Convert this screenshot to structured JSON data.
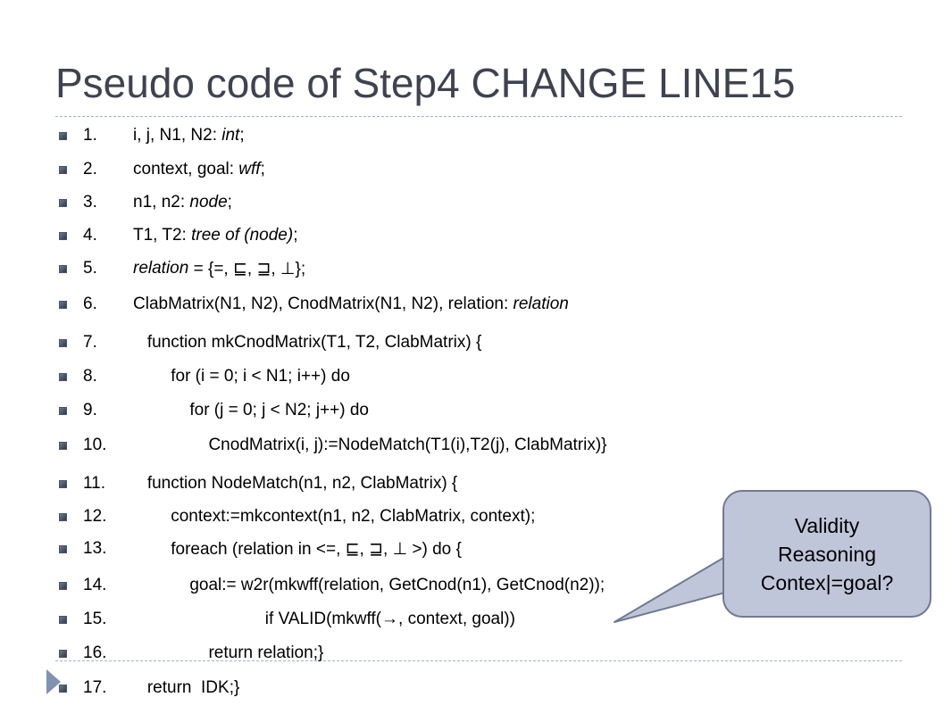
{
  "slide": {
    "title": "Pseudo code of Step4 CHANGE LINE15",
    "lines": [
      {
        "num": "1.",
        "code": "i, j, N1, N2: ",
        "italic": "int",
        "tail": ";"
      },
      {
        "num": "2.",
        "code": "context, goal: ",
        "italic": "wff",
        "tail": ";"
      },
      {
        "num": "3.",
        "code": "n1, n2: ",
        "italic": "node",
        "tail": ";"
      },
      {
        "num": "4.",
        "code": "T1, T2: ",
        "italic": "tree of (node)",
        "tail": ";"
      },
      {
        "num": "5.",
        "code": "",
        "italic": "relation",
        "tail": " = {=, ⊑, ⊒, ⊥};"
      },
      {
        "num": "6.",
        "code": "ClabMatrix(N1, N2), CnodMatrix(N1, N2), relation: ",
        "italic": "relation",
        "tail": ""
      },
      {
        "num": "7.",
        "code": "   function mkCnodMatrix(T1, T2, ClabMatrix) {",
        "italic": "",
        "tail": ""
      },
      {
        "num": "8.",
        "code": "        for (i = 0; i < N1; i++) do",
        "italic": "",
        "tail": ""
      },
      {
        "num": "9.",
        "code": "            for (j = 0; j < N2; j++) do",
        "italic": "",
        "tail": ""
      },
      {
        "num": "10.",
        "code": "                CnodMatrix(i, j):=NodeMatch(T1(i),T2(j), ClabMatrix)}",
        "italic": "",
        "tail": ""
      },
      {
        "num": "11.",
        "code": "   function NodeMatch(n1, n2, ClabMatrix) {",
        "italic": "",
        "tail": ""
      },
      {
        "num": "12.",
        "code": "        context:=mkcontext(n1, n2, ClabMatrix, context);",
        "italic": "",
        "tail": ""
      },
      {
        "num": "13.",
        "code": "        foreach (relation in <=, ⊑, ⊒, ⊥ >) do {",
        "italic": "",
        "tail": ""
      },
      {
        "num": "14.",
        "code": "            goal:= w2r(mkwff(relation, GetCnod(n1), GetCnod(n2));",
        "italic": "",
        "tail": ""
      },
      {
        "num": "15.",
        "code": "                            if VALID(mkwff(→, context, goal))",
        "italic": "",
        "tail": ""
      },
      {
        "num": "16.",
        "code": "                return relation;}",
        "italic": "",
        "tail": ""
      },
      {
        "num": "17.",
        "code": "   return  IDK;}",
        "italic": "",
        "tail": ""
      }
    ],
    "callout": {
      "line1": "Validity",
      "line2": "Reasoning",
      "line3": "Contex|=goal?"
    }
  },
  "colors": {
    "title": "#3f4350",
    "callout_fill": "#c0c6da",
    "callout_border": "#6f7a92",
    "accent_arrow": "#7f93b0"
  },
  "icons": {
    "bullet": "square-bullet-icon",
    "nav": "play-arrow-icon"
  }
}
